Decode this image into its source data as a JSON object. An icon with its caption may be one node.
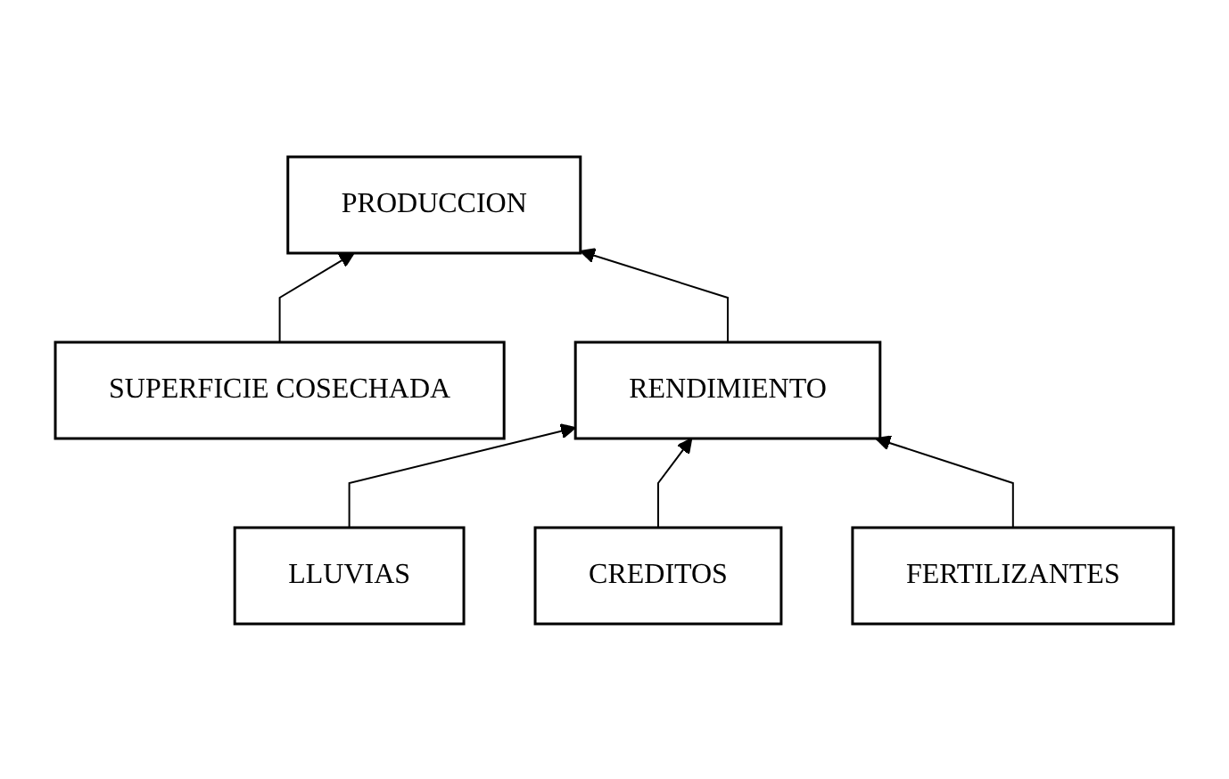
{
  "diagram": {
    "nodes": [
      {
        "text": [
          "SUPERFICIE COSECHADA"
        ]
      },
      {
        "text": [
          "PRODUCCION"
        ]
      },
      {
        "text": [
          "LLUVIAS"
        ]
      },
      {
        "text": [
          "RENDIMIENTO"
        ]
      },
      {
        "text": [
          "CREDITOS"
        ]
      },
      {
        "text": [
          "FERTILIZANTES"
        ]
      }
    ],
    "edges": [
      {
        "from": 0,
        "to": 1,
        "arrow": "to"
      },
      {
        "from": 3,
        "to": 1,
        "arrow": "to"
      },
      {
        "from": 2,
        "to": 3,
        "arrow": "to"
      },
      {
        "from": 4,
        "to": 3,
        "arrow": "to"
      },
      {
        "from": 5,
        "to": 3,
        "arrow": "to"
      }
    ]
  }
}
